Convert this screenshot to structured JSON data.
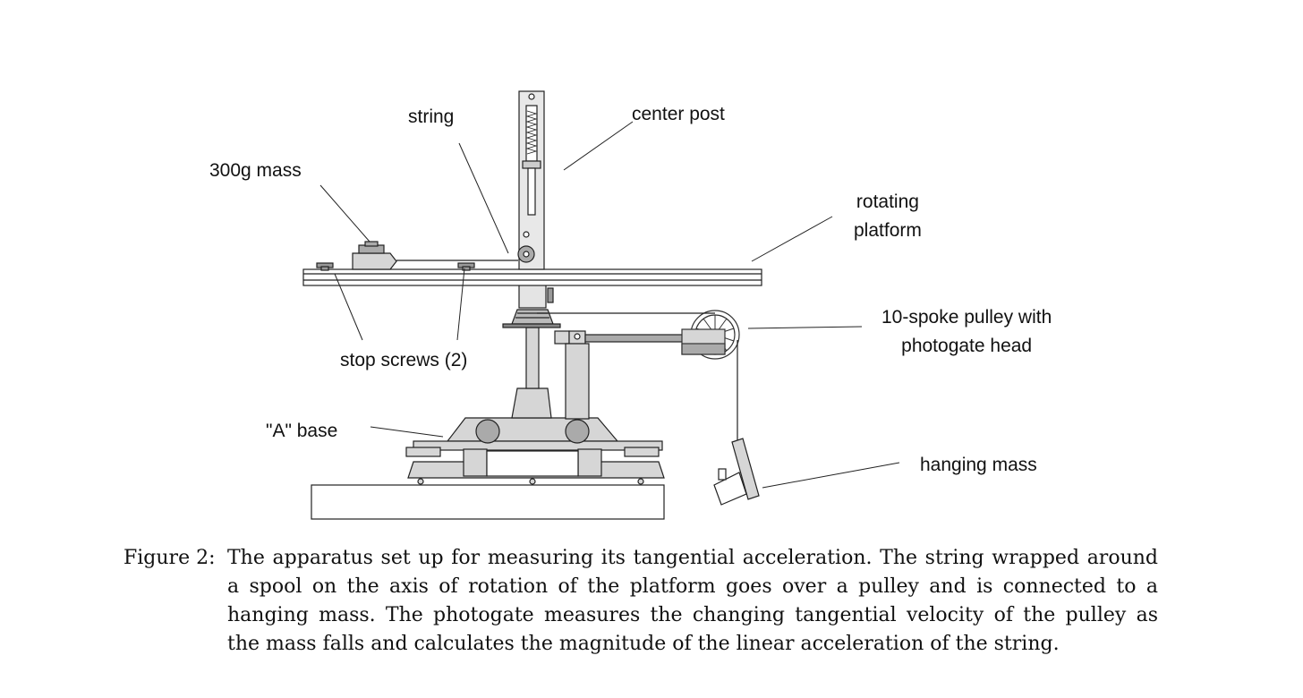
{
  "labels": {
    "string": "string",
    "center_post": "center post",
    "mass_300g": "300g mass",
    "rotating_platform_1": "rotating",
    "rotating_platform_2": "platform",
    "pulley_1": "10-spoke pulley with",
    "pulley_2": "photogate head",
    "stop_screws": "stop screws (2)",
    "a_base": "\"A\" base",
    "hanging_mass": "hanging mass"
  },
  "caption": {
    "number": "Figure 2:",
    "lines": [
      "The apparatus set up for measuring its tangential acceleration.  The string wrapped around",
      "a spool on the axis of rotation of the platform goes over a pulley and is connected to a",
      "hanging mass.  The photogate measures the changing tangential velocity of the pulley as",
      "the mass falls and calculates the magnitude of the linear acceleration of the string."
    ]
  }
}
